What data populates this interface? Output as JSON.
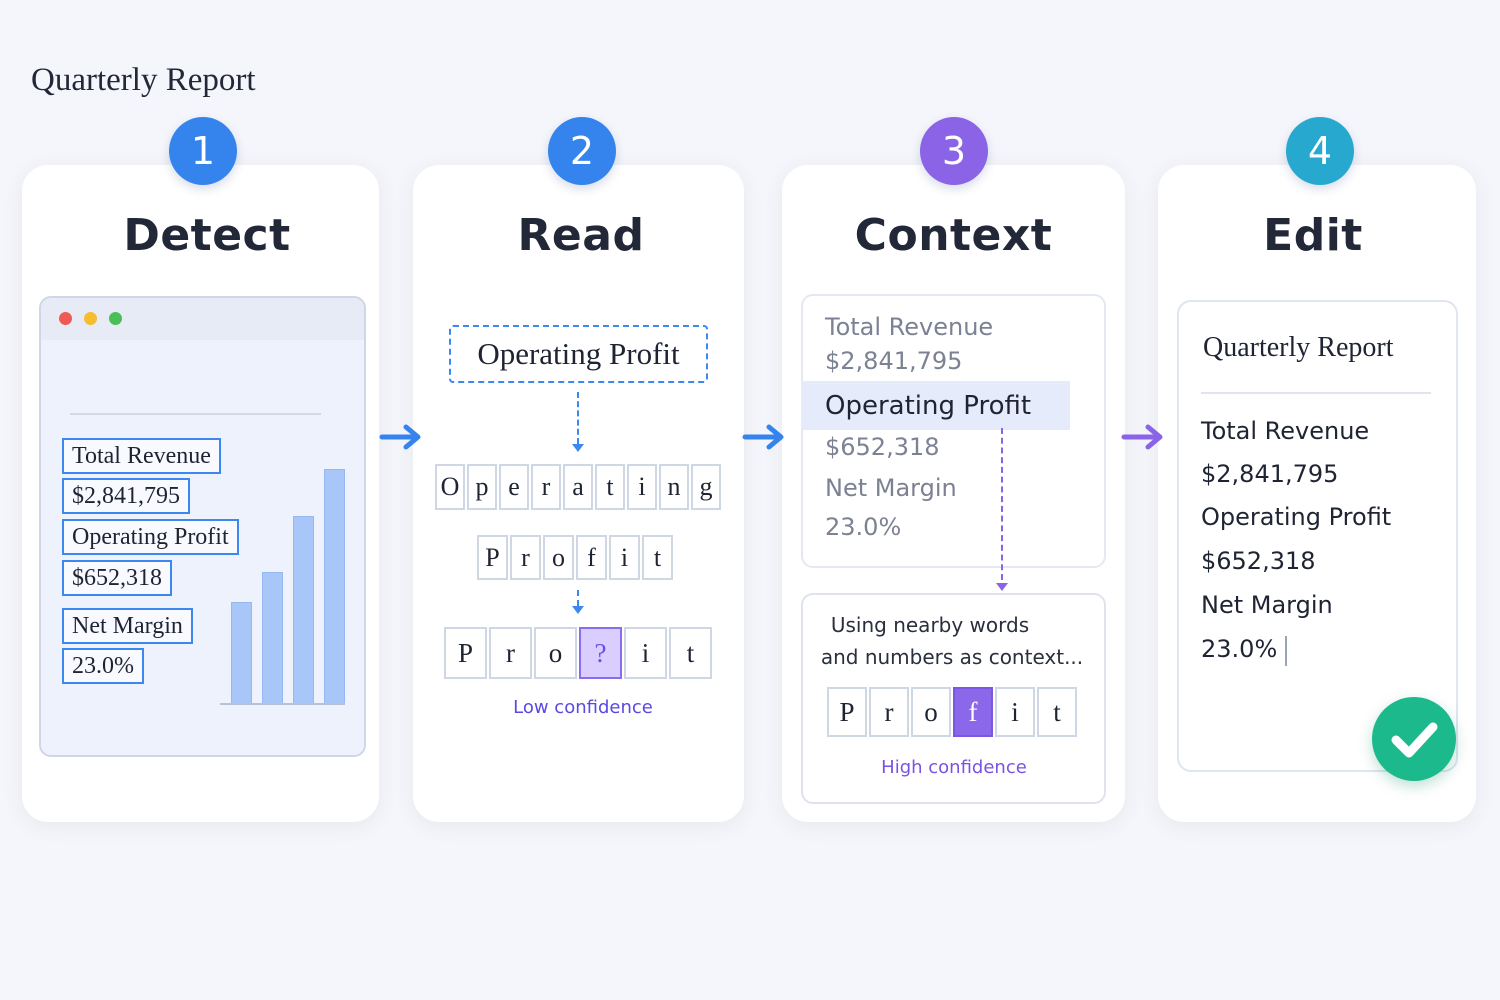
{
  "stages": [
    {
      "number": "1",
      "title": "Detect",
      "color": "#3584ee"
    },
    {
      "number": "2",
      "title": "Read",
      "color": "#3584ee"
    },
    {
      "number": "3",
      "title": "Context",
      "color": "#8a63e6"
    },
    {
      "number": "4",
      "title": "Edit",
      "color": "#27a9cf"
    }
  ],
  "detect": {
    "doc_title": "Quarterly Report",
    "fields": [
      "Total Revenue",
      "$2,841,795",
      "Operating Profit",
      "$652,318",
      "Net Margin",
      "23.0%"
    ],
    "chart_bars_relative": [
      0.43,
      0.56,
      0.8,
      1.0
    ]
  },
  "read": {
    "phrase": "Operating Profit",
    "word1_letters": [
      "O",
      "p",
      "e",
      "r",
      "a",
      "t",
      "i",
      "n",
      "g"
    ],
    "word2_letters": [
      "P",
      "r",
      "o",
      "f",
      "i",
      "t"
    ],
    "uncertain_letters": [
      "P",
      "r",
      "o",
      "?",
      "i",
      "t"
    ],
    "confidence": "Low confidence",
    "confidence_color": "#5a49e0"
  },
  "context": {
    "lines": [
      "Total Revenue",
      "$2,841,795",
      "Operating Profit",
      "$652,318",
      "Net Margin",
      "23.0%"
    ],
    "highlighted": "Operating Profit",
    "explanation_line1": "Using nearby words",
    "explanation_line2": "and numbers as context...",
    "resolved_letters": [
      "P",
      "r",
      "o",
      "f",
      "i",
      "t"
    ],
    "confidence": "High confidence",
    "confidence_color": "#7a52e0"
  },
  "edit": {
    "doc_title": "Quarterly Report",
    "lines": [
      "Total Revenue",
      "$2,841,795",
      "Operating Profit",
      "$652,318",
      "Net Margin",
      "23.0%"
    ]
  }
}
